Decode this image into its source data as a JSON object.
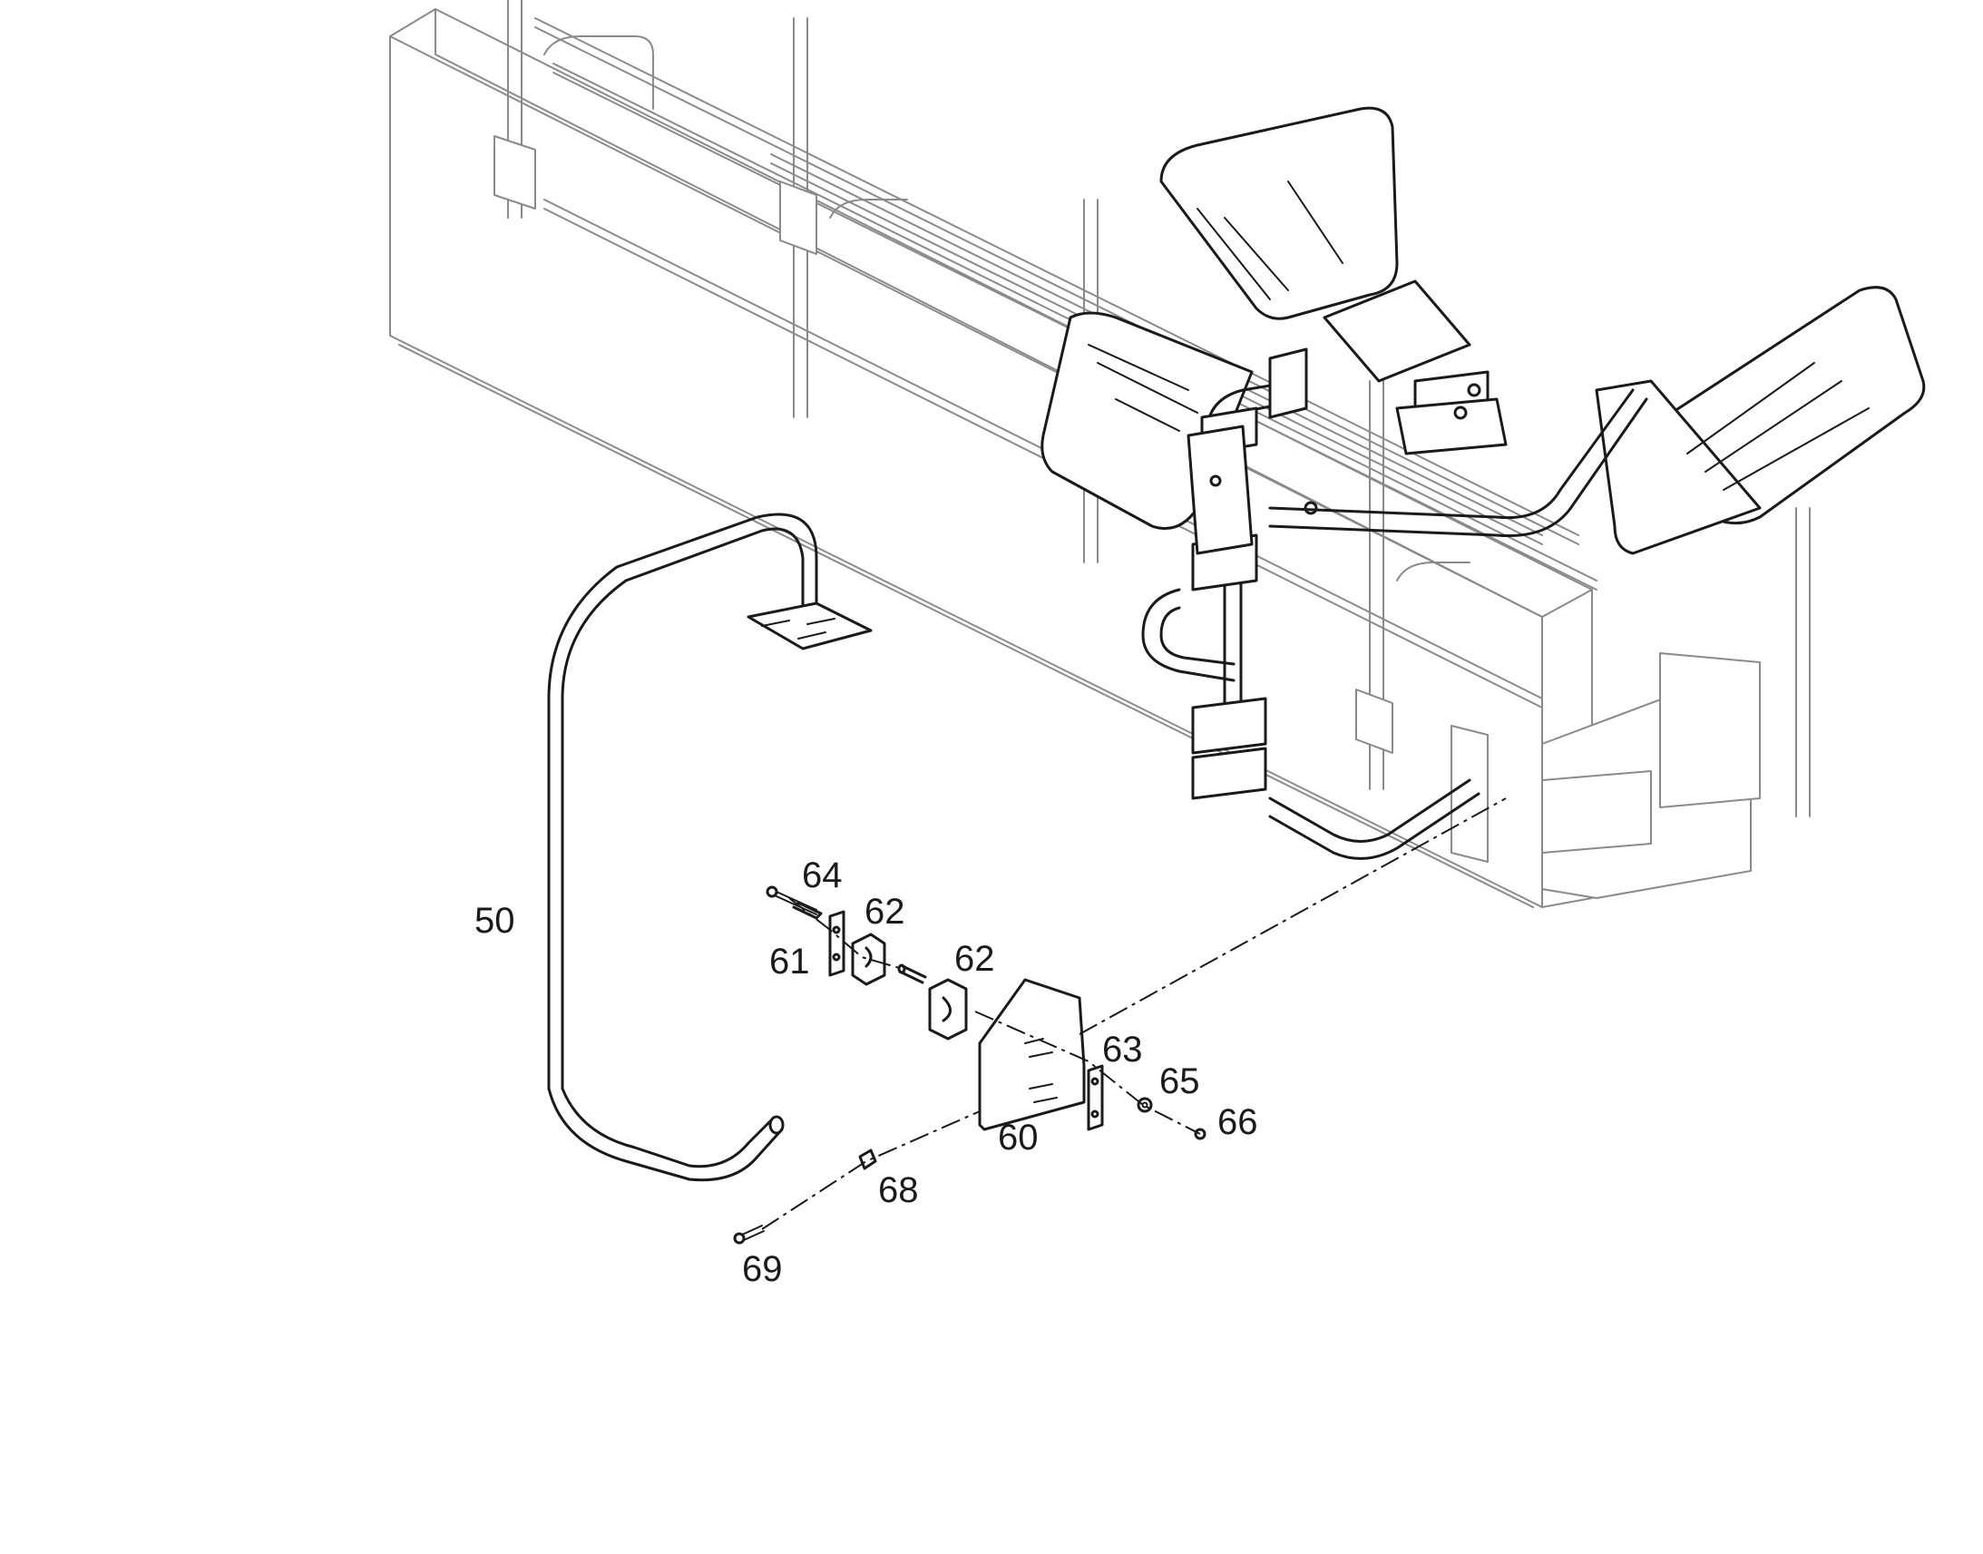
{
  "diagram": {
    "callouts": {
      "c50": "50",
      "c60": "60",
      "c61": "61",
      "c62a": "62",
      "c62b": "62",
      "c63": "63",
      "c64": "64",
      "c65": "65",
      "c66": "66",
      "c68": "68",
      "c69": "69"
    }
  }
}
